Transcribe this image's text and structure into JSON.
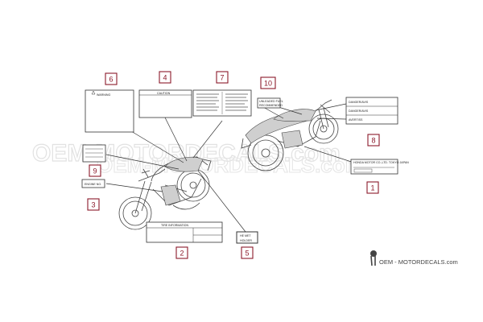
{
  "watermark": {
    "line1": "OEM-MOTORDECALS.com",
    "line2": "OEM-MOTORDECALS.com"
  },
  "callouts": [
    {
      "num": "1"
    },
    {
      "num": "2"
    },
    {
      "num": "3"
    },
    {
      "num": "4"
    },
    {
      "num": "5"
    },
    {
      "num": "6"
    },
    {
      "num": "7"
    },
    {
      "num": "8"
    },
    {
      "num": "9"
    },
    {
      "num": "10"
    }
  ],
  "labels": {
    "warning": "WARNING",
    "caution": "CAUTION",
    "tire_information": "TIRE INFORMATION",
    "helmet_holder_1": "HE MET",
    "helmet_holder_2": "HOLDER",
    "engine_no": "ENGINE NO.",
    "unleaded_1": "UNLEADED FUEL",
    "unleaded_2": "RECOMMENDED",
    "emissions_1": "DANGER/AVIS",
    "emissions_2": "DANGER/AVIS",
    "emissions_3": "AVERTISS",
    "manufacturer": "HONDA MOTOR CO.,LTD. TOKYO JAPAN"
  },
  "brand": {
    "text": "OEM - MOTORDECALS.com",
    "icon": "helmet-rider-icon"
  }
}
